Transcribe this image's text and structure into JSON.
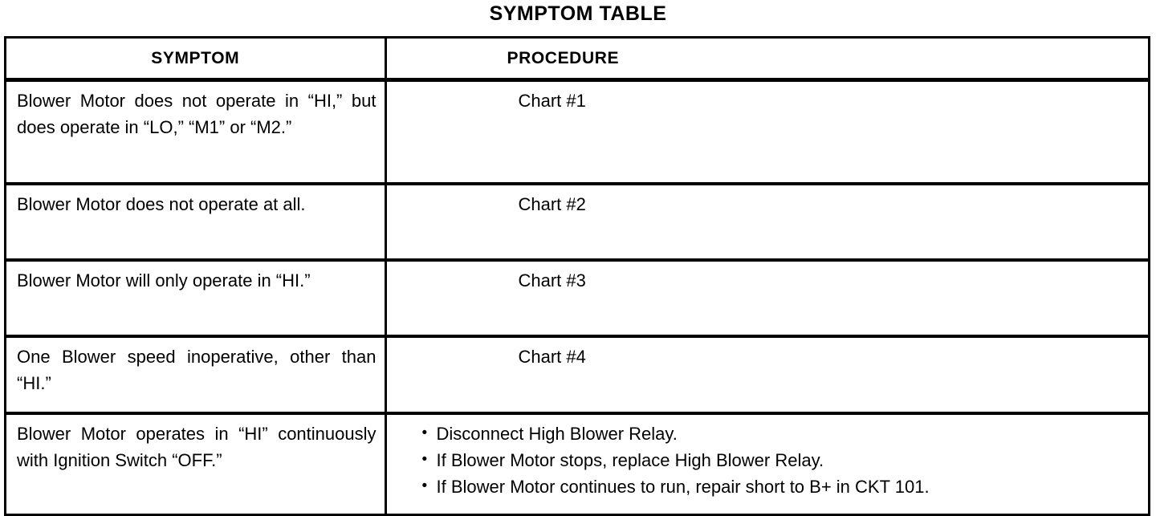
{
  "document": {
    "title": "SYMPTOM TABLE"
  },
  "table": {
    "columns": [
      {
        "key": "symptom",
        "header": "SYMPTOM"
      },
      {
        "key": "procedure",
        "header": "PROCEDURE"
      }
    ],
    "rows": [
      {
        "symptom": "Blower Motor does not operate in “HI,” but does operate in “LO,” “M1” or “M2.”",
        "procedure_type": "text",
        "procedure": "Chart #1"
      },
      {
        "symptom": "Blower Motor does not operate at all.",
        "procedure_type": "text",
        "procedure": "Chart #2"
      },
      {
        "symptom": "Blower Motor will only operate in “HI.”",
        "procedure_type": "text",
        "procedure": "Chart #3"
      },
      {
        "symptom": "One Blower speed inoperative, other than “HI.”",
        "procedure_type": "text",
        "procedure": "Chart #4"
      },
      {
        "symptom": "Blower Motor operates in “HI” continuously with Ignition Switch “OFF.”",
        "procedure_type": "list",
        "procedure_items": [
          "Disconnect High Blower Relay.",
          "If Blower Motor stops, replace High Blower Relay.",
          "If Blower Motor continues to run, repair short to B+ in CKT 101."
        ]
      }
    ]
  },
  "symbols": {
    "bullet": "•"
  },
  "colors": {
    "ink": "#000000",
    "paper": "#ffffff"
  }
}
